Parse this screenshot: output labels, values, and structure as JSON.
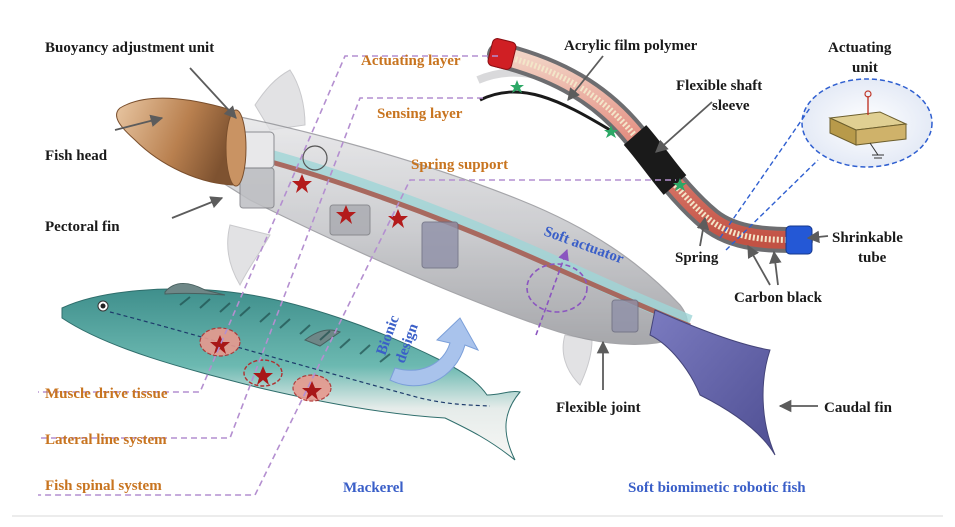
{
  "labels": {
    "buoyancy_adjustment_unit": "Buoyancy adjustment unit",
    "fish_head": "Fish head",
    "pectoral_fin": "Pectoral fin",
    "actuating_layer": "Actuating layer",
    "sensing_layer": "Sensing layer",
    "spring_support": "Spring support",
    "acrylic_film_polymer": "Acrylic film polymer",
    "flexible_shaft_sleeve_1": "Flexible shaft",
    "flexible_shaft_sleeve_2": "sleeve",
    "actuating_unit_1": "Actuating",
    "actuating_unit_2": "unit",
    "soft_actuator": "Soft actuator",
    "bionic_design_1": "Bionic",
    "bionic_design_2": "design",
    "spring": "Spring",
    "shrinkable_tube_1": "Shrinkable",
    "shrinkable_tube_2": "tube",
    "carbon_black": "Carbon black",
    "muscle_drive_tissue": "Muscle drive tissue",
    "lateral_line_system": "Lateral line system",
    "fish_spinal_system": "Fish spinal system",
    "flexible_joint": "Flexible joint",
    "caudal_fin": "Caudal fin",
    "mackerel": "Mackerel",
    "soft_biomimetic_robotic_fish": "Soft biomimetic robotic fish"
  },
  "colors": {
    "label_dark": "#1a1a1a",
    "label_orange": "#c8741f",
    "label_blue": "#3a5fc8",
    "dashed_purple": "#b48fd0",
    "actuator_blue": "#2f5fd0",
    "tail_purple": "#6f6fb0"
  }
}
